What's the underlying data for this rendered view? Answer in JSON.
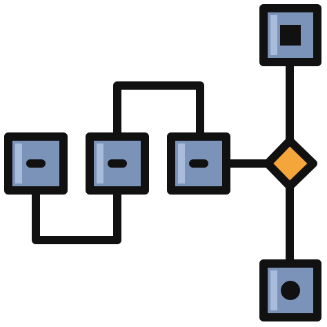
{
  "icon": {
    "name": "flowchart-diagram-icon",
    "colors": {
      "stroke": "#111111",
      "node_fill": "#7b93b8",
      "node_highlight": "#a9bcdc",
      "decision_fill": "#f5a63a",
      "background": "#ffffff"
    },
    "nodes": [
      {
        "name": "top-node",
        "symbol": "square"
      },
      {
        "name": "node-1",
        "symbol": "minus"
      },
      {
        "name": "node-2",
        "symbol": "minus"
      },
      {
        "name": "node-3",
        "symbol": "minus"
      },
      {
        "name": "decision-diamond",
        "symbol": "diamond"
      },
      {
        "name": "bottom-node",
        "symbol": "circle"
      }
    ]
  }
}
